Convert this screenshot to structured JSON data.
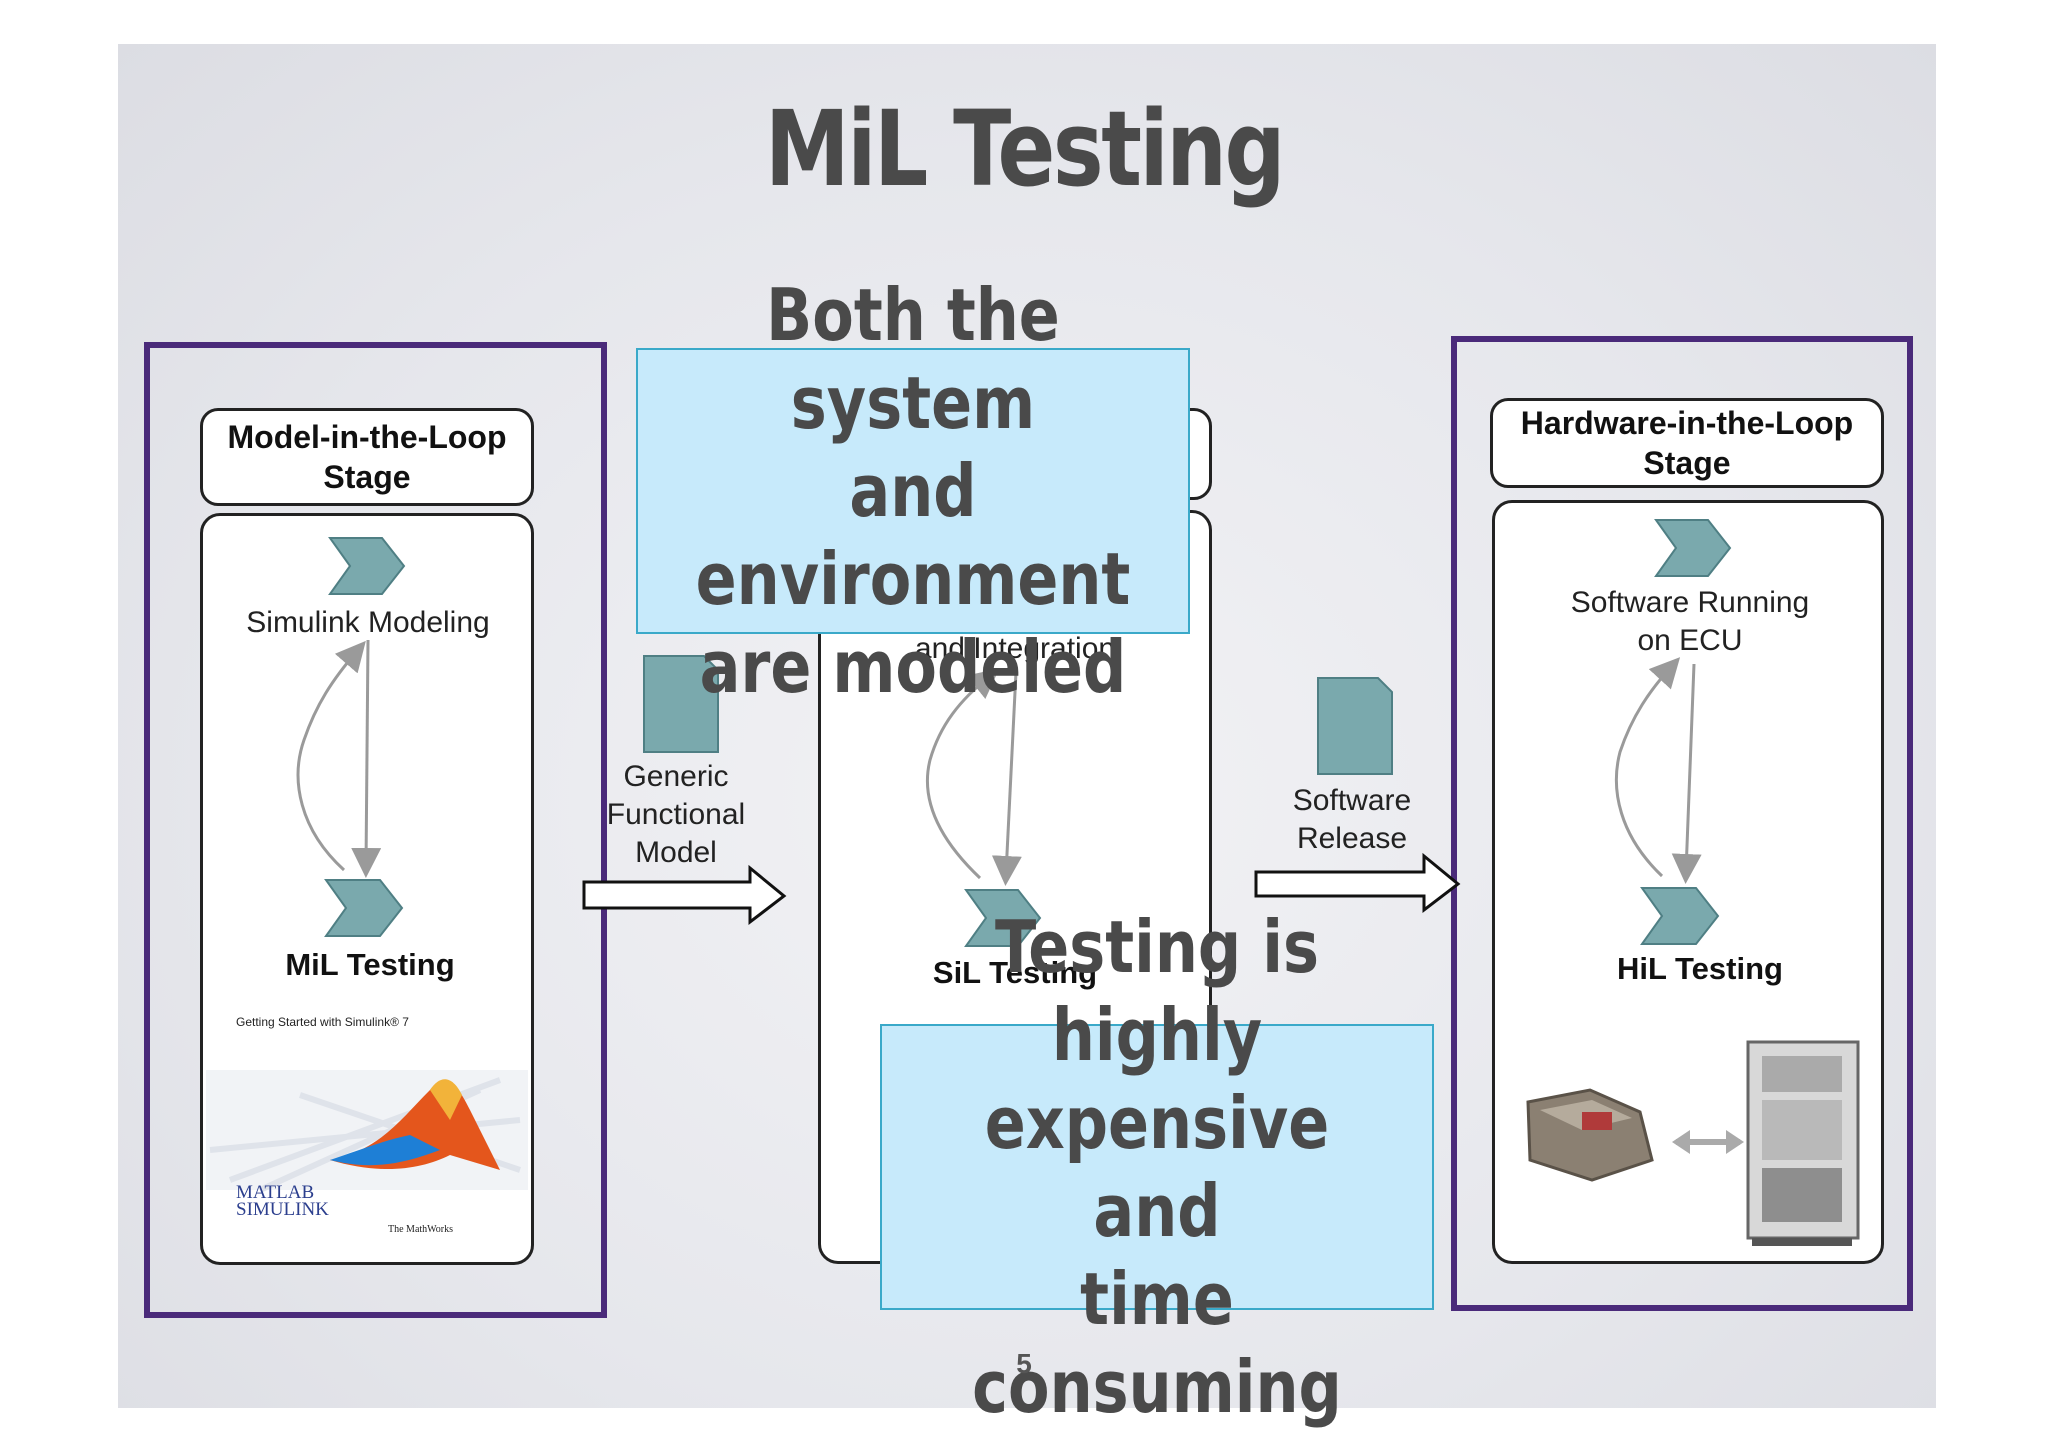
{
  "slide": {
    "title": "MiL Testing",
    "page_number": "5"
  },
  "stages": {
    "mil": {
      "header": "Model-in-the-Loop\nStage",
      "top_label": "Simulink Modeling",
      "bottom_label": "MiL Testing",
      "book_caption": "Getting Started with Simulink® 7",
      "logo_text": "MATLAB\nSIMULINK",
      "publisher": "The MathWorks"
    },
    "sil": {
      "top_label": "and Integration",
      "bottom_label": "SiL Testing"
    },
    "hil": {
      "header": "Hardware-in-the-Loop\nStage",
      "top_label": "Software Running\non ECU",
      "bottom_label": "HiL Testing"
    }
  },
  "artifacts": {
    "first": "Generic\nFunctional\nModel",
    "second": "Software\nRelease"
  },
  "callouts": {
    "top": "Both the system\nand environment\nare modeled",
    "bottom": "Testing is highly\nexpensive and\ntime consuming"
  },
  "colors": {
    "accent_purple": "#4a2a7a",
    "chevron_fill": "#7aa9ad",
    "callout_fill": "#c7eafb",
    "callout_border": "#3aa9c9"
  }
}
